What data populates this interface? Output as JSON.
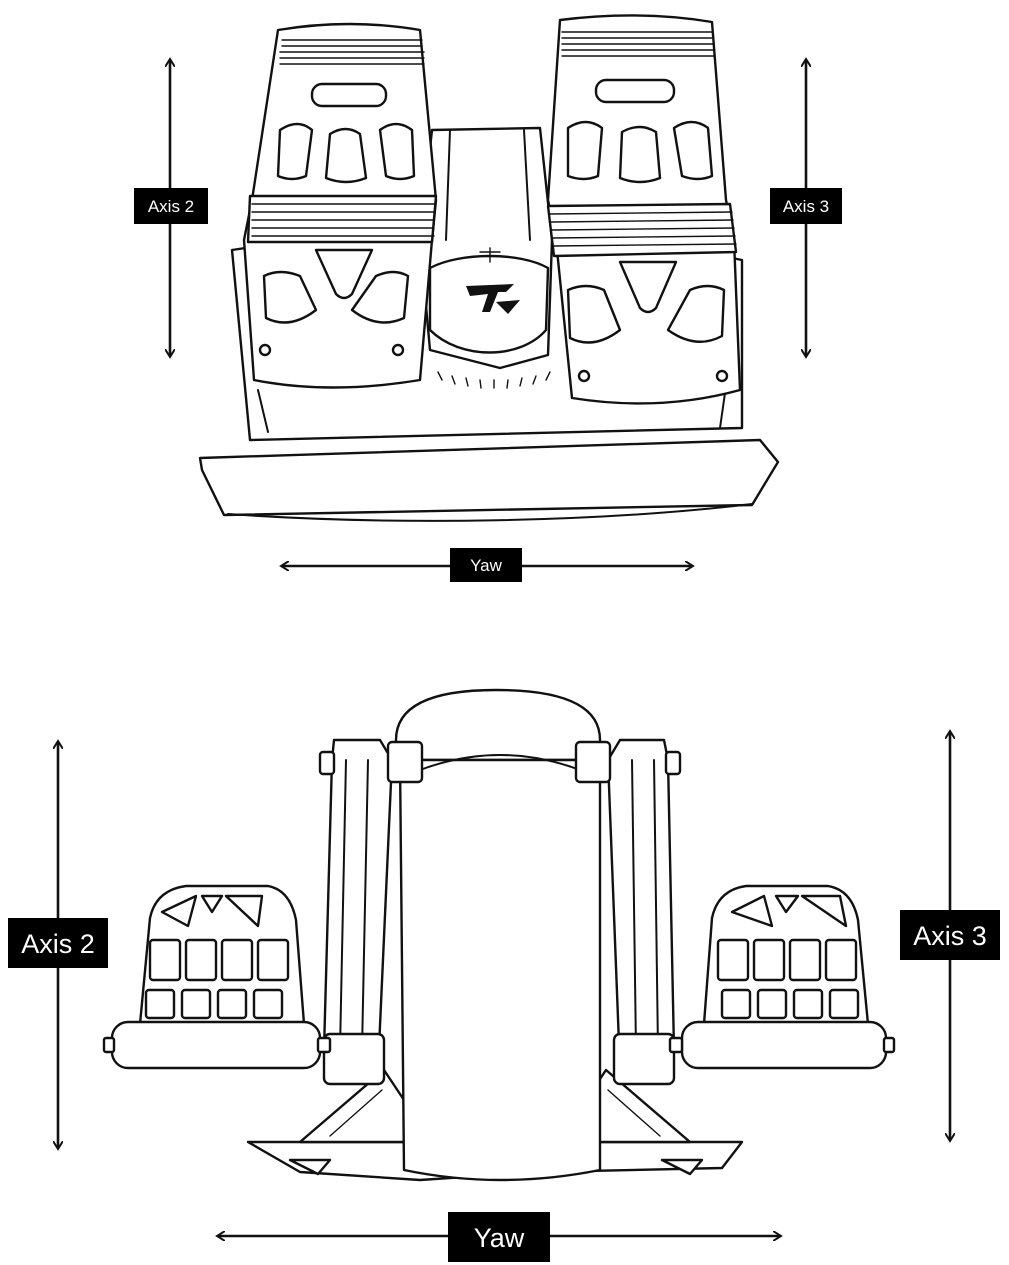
{
  "top_view": {
    "labels": {
      "left_axis": "Axis 2",
      "right_axis": "Axis 3",
      "bottom_axis": "Yaw"
    }
  },
  "side_view": {
    "labels": {
      "left_axis": "Axis 2",
      "right_axis": "Axis 3",
      "bottom_axis": "Yaw"
    }
  },
  "logo": {
    "icon": "thrustmaster-logo-icon"
  }
}
